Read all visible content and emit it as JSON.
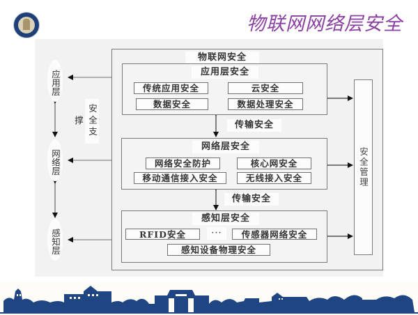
{
  "slide": {
    "title": "物联网网络层安全",
    "logo": "university-seal-logo",
    "footer_image": "campus-skyline-banner"
  },
  "colors": {
    "title": "#8a3fa3",
    "footer": "#1f4682",
    "border": "#7a7a7a",
    "background_panel": "#f2f2f2"
  },
  "diagram": {
    "outer_title": "物联网安全",
    "left_layers": [
      "应用层",
      "网络层",
      "感知层"
    ],
    "support_label": "安全支撑",
    "management_label": "安全管理",
    "application_layer": {
      "title": "应用层安全",
      "items": [
        "传统应用安全",
        "云安全",
        "数据安全",
        "数据处理安全"
      ]
    },
    "transport_labels": [
      "传输安全",
      "传输安全"
    ],
    "network_layer": {
      "title": "网络层安全",
      "items": [
        "网络安全防护",
        "核心网安全",
        "移动通信接入安全",
        "无线接入安全"
      ]
    },
    "perception_layer": {
      "title": "感知层安全",
      "items": [
        "RFID安全",
        "···",
        "传感器网络安全",
        "感知设备物理安全"
      ]
    }
  }
}
